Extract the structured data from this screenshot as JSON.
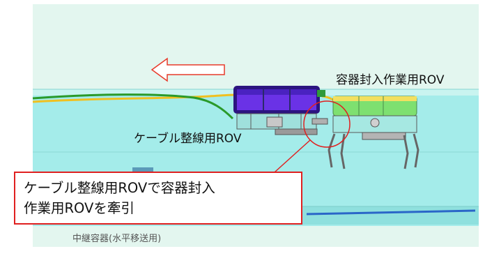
{
  "labels": {
    "vessel_rov": "容器封入作業用ROV",
    "cable_rov": "ケーブル整線用ROV",
    "relay_container": "中継容器(水平移送用)"
  },
  "callout": {
    "line1": "ケーブル整線用ROVで容器封入",
    "line2": "作業用ROVを牽引"
  },
  "icons": {
    "arrow": "left-arrow-icon"
  },
  "colors": {
    "background": "#e3f6ef",
    "water": "#a4ecea",
    "callout_border": "#e02020",
    "arrow": "#e83a2a",
    "cable_yellow": "#f0c020",
    "cable_green": "#2a9a2a",
    "rov_purple": "#5a2ad8",
    "rov_green": "#7ee070"
  }
}
